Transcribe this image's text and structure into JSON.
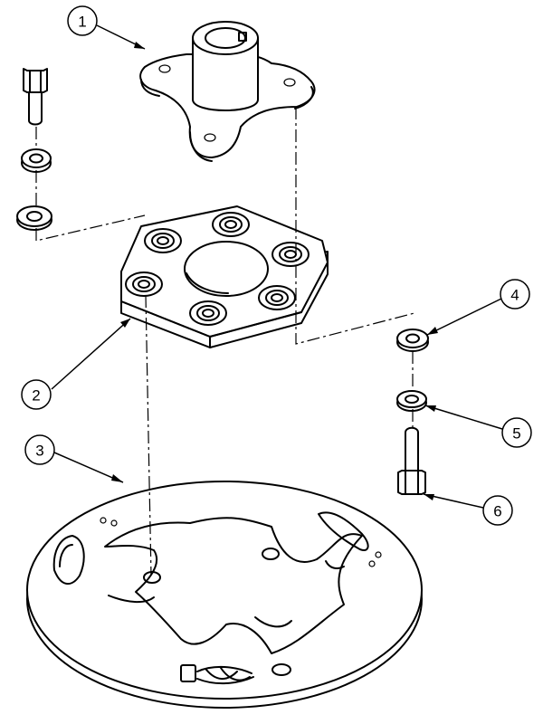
{
  "balloons": [
    {
      "label": "1"
    },
    {
      "label": "2"
    },
    {
      "label": "3"
    },
    {
      "label": "4"
    },
    {
      "label": "5"
    },
    {
      "label": "6"
    }
  ],
  "colors": {
    "line": "#000000",
    "background": "#ffffff"
  }
}
